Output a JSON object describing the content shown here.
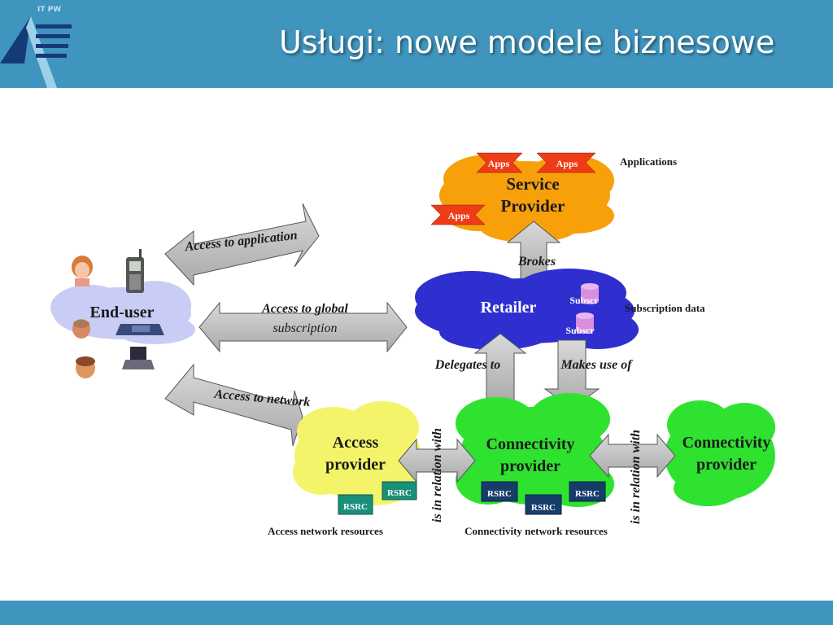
{
  "slide": {
    "title": "Usługi: nowe modele biznesowe",
    "logo_text": "IT PW"
  },
  "diagram": {
    "nodes": {
      "end_user": "End-user",
      "service_provider_line1": "Service",
      "service_provider_line2": "Provider",
      "retailer": "Retailer",
      "access_provider_line1": "Access",
      "access_provider_line2": "provider",
      "connectivity_provider_line1": "Connectivity",
      "connectivity_provider_line2": "provider",
      "connectivity_provider2_line1": "Connectivity",
      "connectivity_provider2_line2": "provider"
    },
    "badges": {
      "apps": [
        "Apps",
        "Apps",
        "Apps"
      ],
      "subscr": [
        "Subscr",
        "Subscr"
      ],
      "rsrc_access": [
        "RSRC",
        "RSRC"
      ],
      "rsrc_connectivity": [
        "RSRC",
        "RSRC",
        "RSRC"
      ]
    },
    "arrows": {
      "access_to_application": "Access to application",
      "access_to_global_line1": "Access to global",
      "access_to_global_line2": "subscription",
      "access_to_network": "Access to network",
      "brokes": "Brokes",
      "delegates_to": "Delegates to",
      "makes_use_of": "Makes use of",
      "is_in_relation_with_1": "is in relation with",
      "is_in_relation_with_2": "is in relation with"
    },
    "labels": {
      "applications": "Applications",
      "subscription_data": "Subscription data",
      "access_network_resources": "Access network resources",
      "connectivity_network_resources": "Connectivity network resources"
    },
    "colors": {
      "header": "#3f95bd",
      "service_provider": "#f7a00a",
      "retailer": "#2f2fcf",
      "end_user": "#c9cdf5",
      "access_provider": "#f4f46a",
      "connectivity": "#2fe22f",
      "apps_badge": "#ef3b16",
      "subscr_cylinder": "#d88fe0",
      "rsrc_access": "#1a8f7a",
      "rsrc_connectivity": "#163d6a",
      "arrow_fill": "#bdbdbd"
    }
  }
}
